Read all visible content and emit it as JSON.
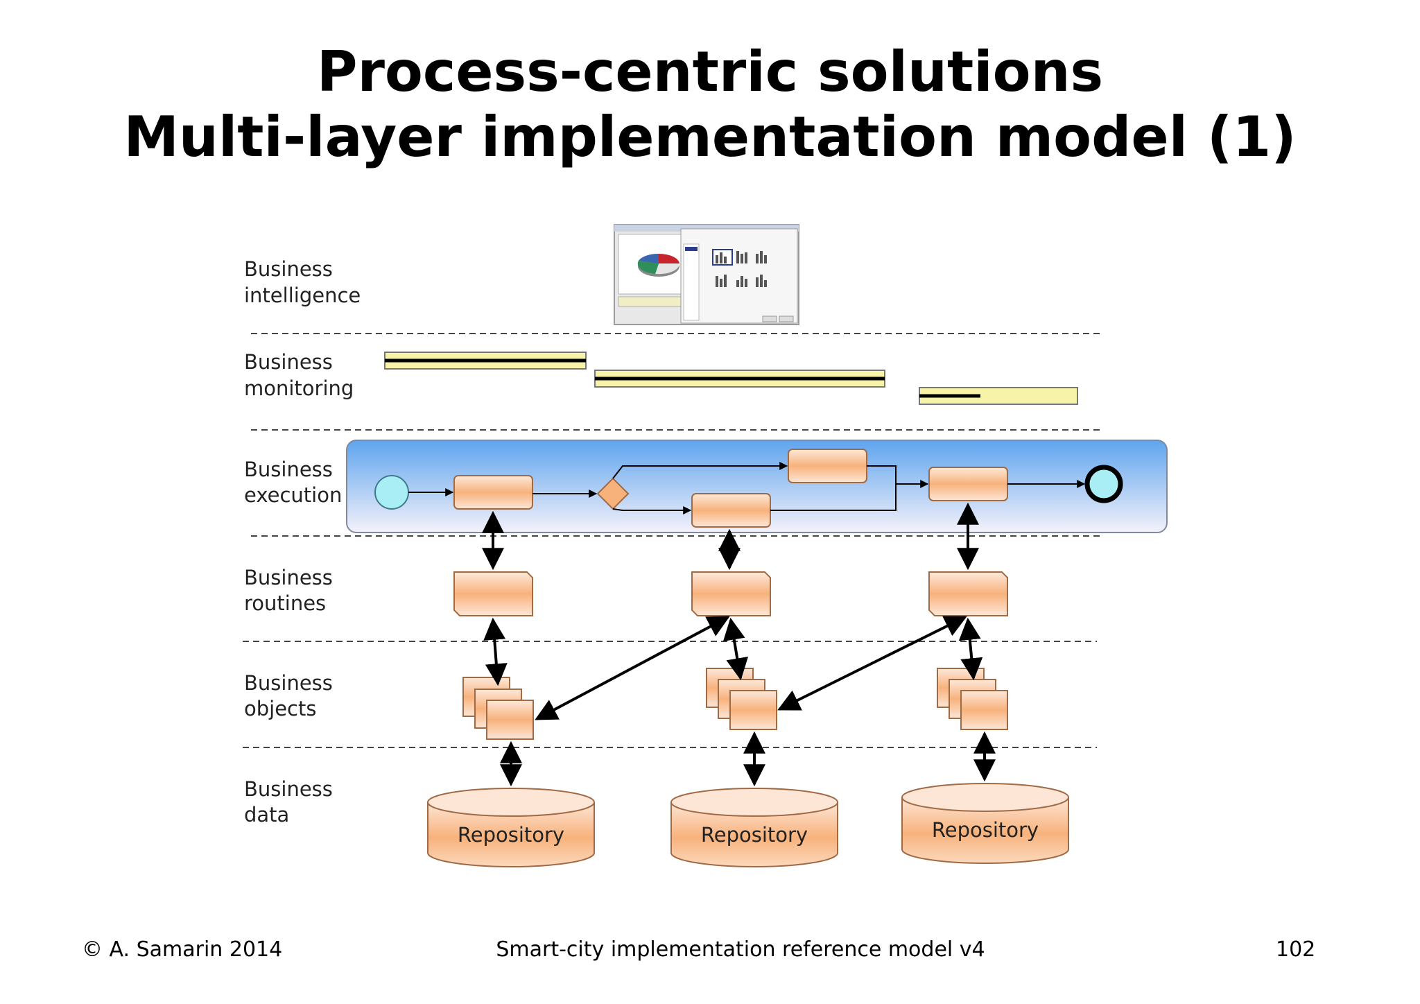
{
  "slide": {
    "title_line1": "Process-centric solutions",
    "title_line2": "Multi-layer implementation model (1)"
  },
  "layers": [
    {
      "line1": "Business",
      "line2": "intelligence"
    },
    {
      "line1": "Business",
      "line2": "monitoring"
    },
    {
      "line1": "Business",
      "line2": "execution"
    },
    {
      "line1": "Business",
      "line2": "routines"
    },
    {
      "line1": "Business",
      "line2": "objects"
    },
    {
      "line1": "Business",
      "line2": "data"
    }
  ],
  "repositories": [
    "Repository",
    "Repository",
    "Repository"
  ],
  "footer": {
    "copyright": "© A. Samarin 2014",
    "center": "Smart-city implementation reference model v4",
    "page": "102"
  },
  "colors": {
    "task_fill_top": "#fde6d6",
    "task_fill_mid": "#f7b27c",
    "task_stroke": "#a06a45",
    "pool_top": "#5fa4ee",
    "pool_bottom": "#f4f2fa",
    "monitor_bar": "#f7f3a8",
    "event_fill": "#a8eef4"
  }
}
